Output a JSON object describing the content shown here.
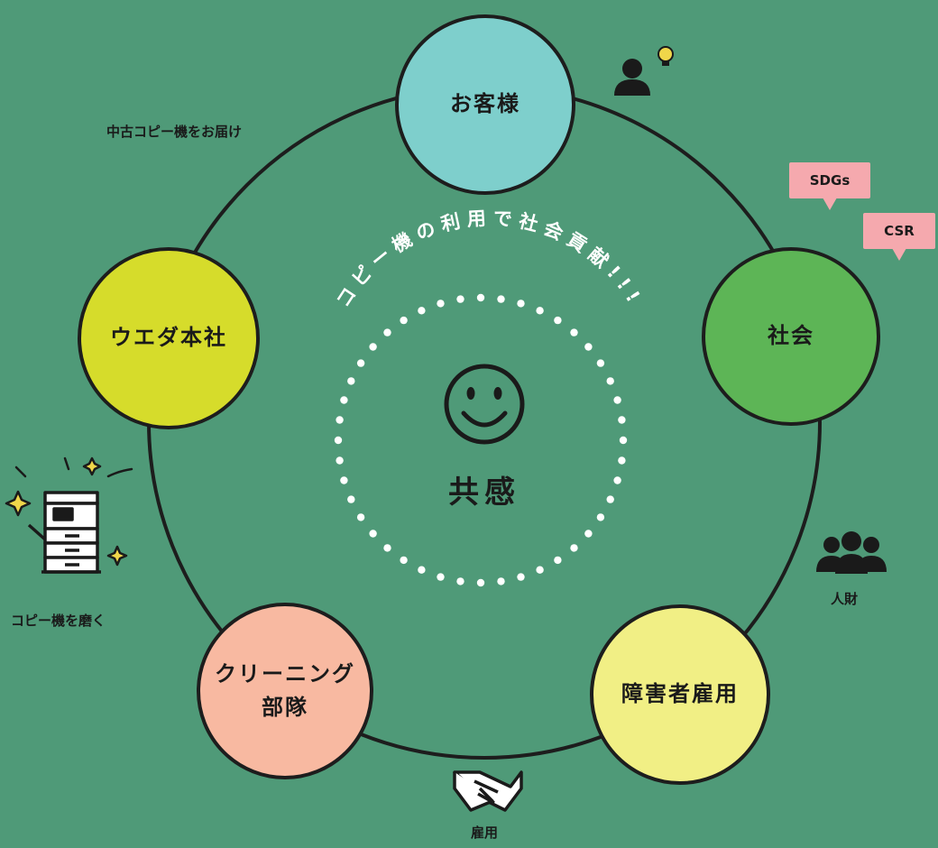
{
  "nodes": {
    "customer": "お客様",
    "society": "社会",
    "disability_employment": "障害者雇用",
    "cleaning_team": "クリーニング\n部隊",
    "ueda_hq": "ウエダ本社"
  },
  "labels": {
    "deliver": "中古コピー機をお届け",
    "polish": "コピー機を磨く",
    "employment": "雇用",
    "human_resources": "人財"
  },
  "bubbles": {
    "sdgs": "SDGs",
    "csr": "CSR"
  },
  "center": {
    "arc_text": "コピー機の利用で社会貢献!!!",
    "title": "共感"
  },
  "colors": {
    "background": "#4f9a78",
    "customer": "#7ecfcc",
    "society": "#5db556",
    "disability_employment": "#f1ef85",
    "cleaning_team": "#f8b9a1",
    "ueda_hq": "#d6dc2b",
    "bubble": "#f5a9ae",
    "sparkle": "#f0d64a"
  },
  "icons": [
    "person-with-idea-icon",
    "copier-icon",
    "sparkle-icon",
    "group-icon",
    "handshake-icon",
    "smiley-icon"
  ]
}
